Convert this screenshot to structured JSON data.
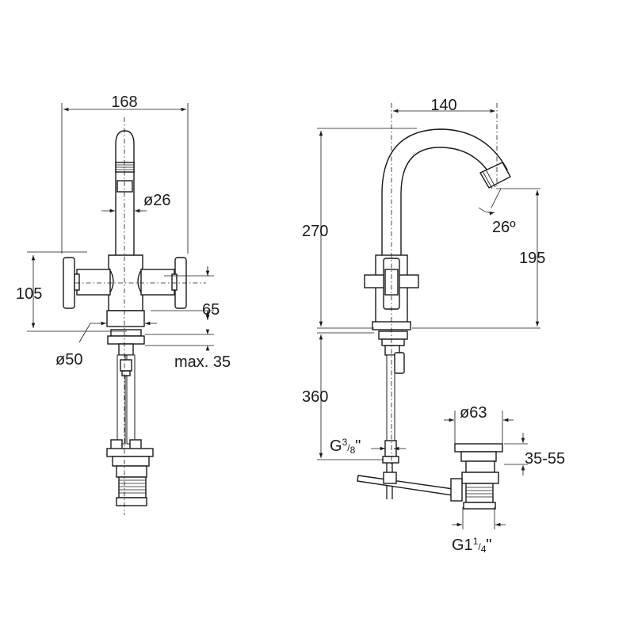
{
  "dimensions": {
    "width_overall": "168",
    "spout_diameter": "ø26",
    "height_handles": "105",
    "height_base": "65",
    "base_diameter": "ø50",
    "max_deck": "max. 35",
    "reach": "140",
    "height_total": "270",
    "spout_angle": "26º",
    "spout_height": "195",
    "below_deck": "360",
    "hose_thread_main": "G",
    "hose_thread_sup": "3",
    "hose_thread_den": "8",
    "hose_thread_quote": "\"",
    "waste_diameter": "ø63",
    "waste_height": "35-55",
    "waste_thread_main": "G1",
    "waste_thread_sup": "1",
    "waste_thread_den": "4",
    "waste_thread_quote": "\""
  }
}
